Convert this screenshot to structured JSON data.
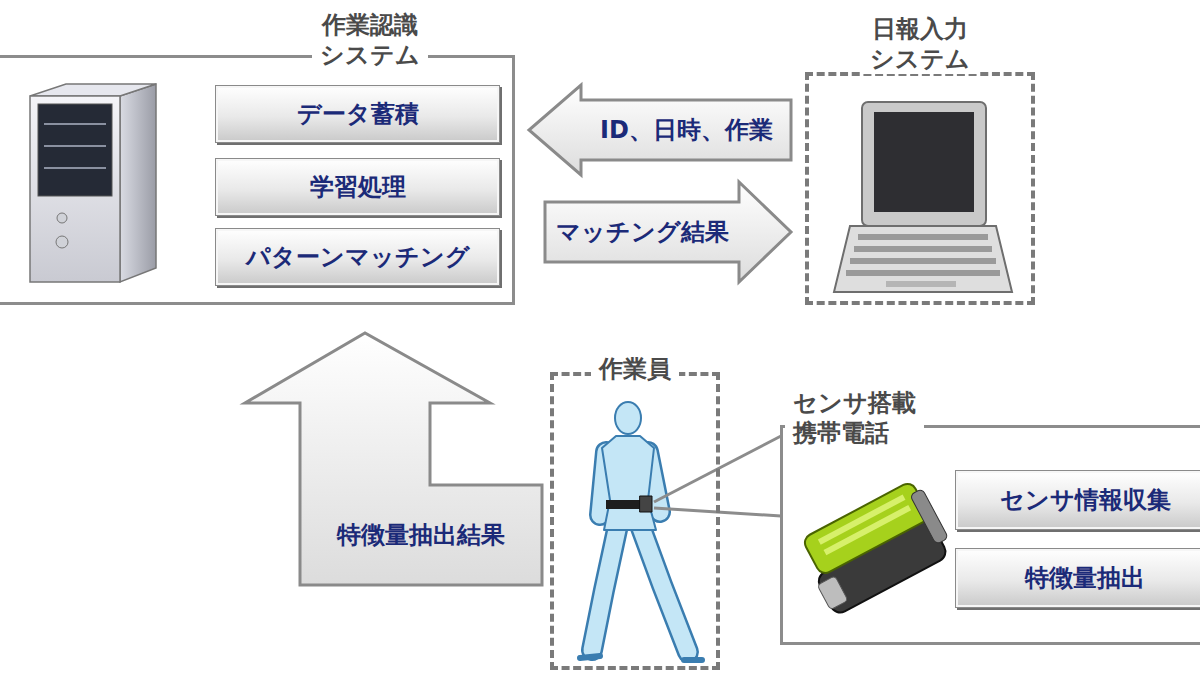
{
  "diagram": {
    "nodes": [
      {
        "text": [
          "作業認識 システム"
        ]
      },
      {
        "text": [
          "データ蓄積"
        ],
        "in": 0
      },
      {
        "text": [
          "学習処理"
        ],
        "in": 0
      },
      {
        "text": [
          "パターンマッチング"
        ],
        "in": 0
      },
      {
        "text": [
          "日報入力 システム"
        ]
      },
      {
        "text": [
          "作業員"
        ]
      },
      {
        "text": [
          "センサ搭載 携帯電話"
        ]
      },
      {
        "text": [
          "センサ情報収集"
        ],
        "in": 6
      },
      {
        "text": [
          "特徴量抽出"
        ],
        "in": 6
      }
    ],
    "edges": [
      {
        "from": 4,
        "to": 0,
        "arrow": "to",
        "label": "ID、日時、作業"
      },
      {
        "from": 0,
        "to": 4,
        "arrow": "to",
        "label": "マッチング結果"
      },
      {
        "from": 5,
        "to": 0,
        "arrow": "to",
        "label": "特徴量抽出結果"
      }
    ]
  }
}
